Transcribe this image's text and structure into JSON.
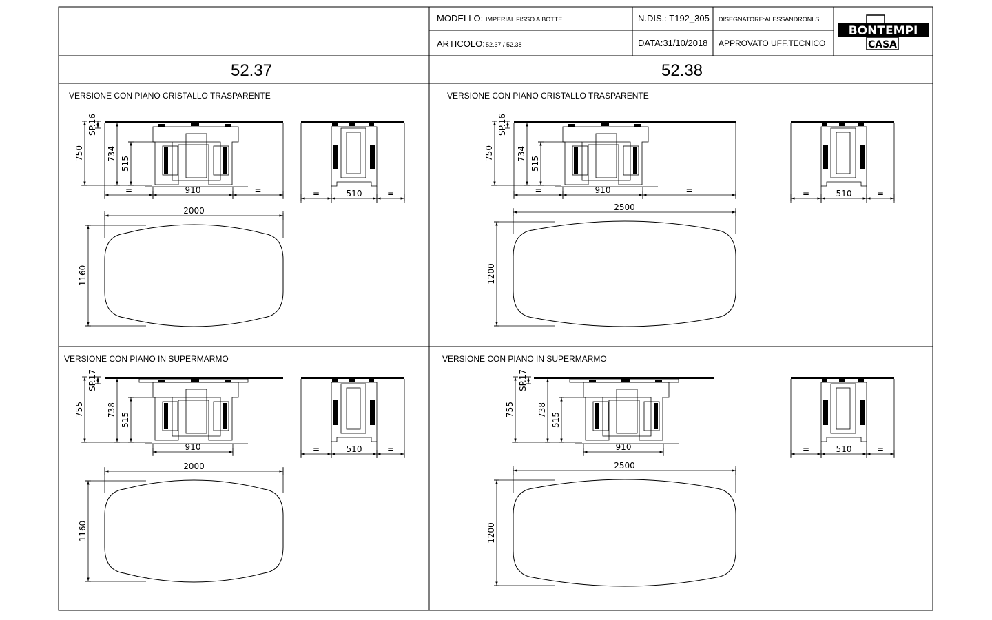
{
  "title_block": {
    "modello_label": "MODELLO:",
    "modello_value": "IMPERIAL FISSO A BOTTE",
    "articolo_label": "ARTICOLO:",
    "articolo_value": "52.37 / 52.38",
    "ndis": "N.DIS.: T192_305",
    "data": "DATA:31/10/2018",
    "disegnatore": "DISEGNATORE:ALESSANDRONI S.",
    "approvato": "APPROVATO UFF.TECNICO",
    "logo_top": "BONTEMPI",
    "logo_bottom": "CASA"
  },
  "columns": [
    {
      "code": "52.37",
      "cristallo": {
        "heading": "VERSIONE CON PIANO CRISTALLO TRASPARENTE",
        "h_total": "750",
        "sp": "SP.16",
        "h_mid": "734",
        "h_low": "515",
        "base_width": "910",
        "side_width": "510",
        "eq": "=",
        "top_length": "2000",
        "top_depth": "1160"
      },
      "supermarmo": {
        "heading": "VERSIONE CON PIANO IN SUPERMARMO",
        "h_total": "755",
        "sp": "SP.17",
        "h_mid": "738",
        "h_low": "515",
        "base_width": "910",
        "side_width": "510",
        "eq": "=",
        "top_length": "2000",
        "top_depth": "1160"
      }
    },
    {
      "code": "52.38",
      "cristallo": {
        "heading": "VERSIONE CON PIANO CRISTALLO TRASPARENTE",
        "h_total": "750",
        "sp": "SP.16",
        "h_mid": "734",
        "h_low": "515",
        "base_width": "910",
        "side_width": "510",
        "eq": "=",
        "top_length": "2500",
        "top_depth": "1200"
      },
      "supermarmo": {
        "heading": "VERSIONE CON PIANO IN SUPERMARMO",
        "h_total": "755",
        "sp": "SP.17",
        "h_mid": "738",
        "h_low": "515",
        "base_width": "910",
        "side_width": "510",
        "eq": "=",
        "top_length": "2500",
        "top_depth": "1200"
      }
    }
  ]
}
